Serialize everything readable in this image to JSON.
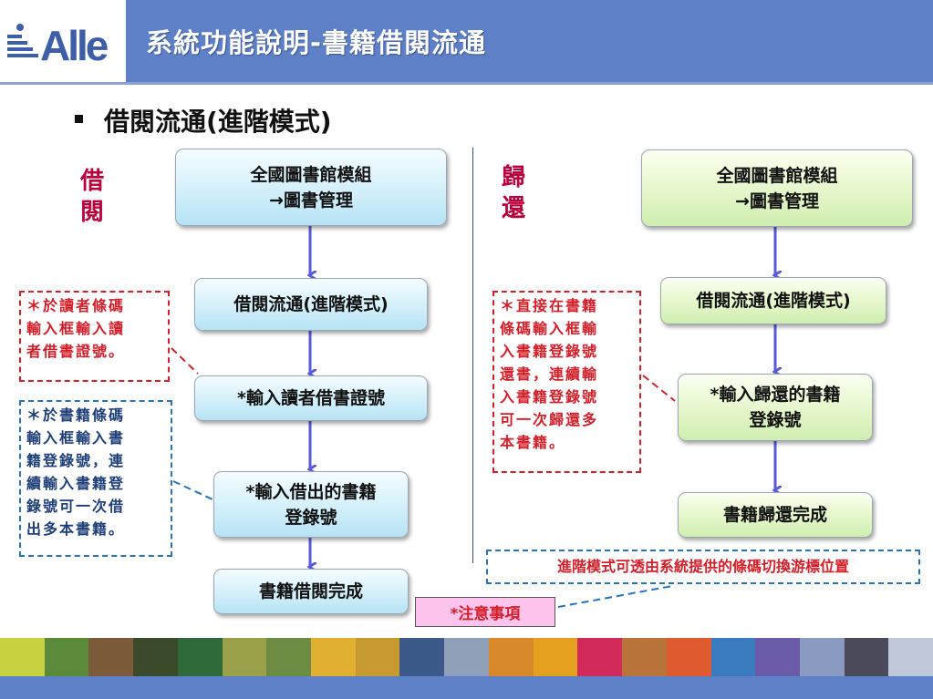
{
  "header": {
    "logo_text": "Alle",
    "title": "系統功能說明-書籍借閱流通"
  },
  "subtitle": "借閱流通(進階模式)",
  "borrow": {
    "label_top": "借",
    "label_bottom": "閱",
    "steps": [
      "全國圖書館模組\n→圖書管理",
      "借閱流通(進階模式)",
      "*輸入讀者借書證號",
      "*輸入借出的書籍\n登錄號",
      "書籍借閱完成"
    ],
    "note_red": "＊於讀者條碼\n輸入框輸入讀\n者借書證號。",
    "note_blue": "＊於書籍條碼\n輸入框輸入書\n籍登錄號，連\n續輸入書籍登\n錄號可一次借\n出多本書籍。"
  },
  "return": {
    "label_top": "歸",
    "label_bottom": "還",
    "steps": [
      "全國圖書館模組\n→圖書管理",
      "借閱流通(進階模式)",
      "*輸入歸還的書籍\n登錄號",
      "書籍歸還完成"
    ],
    "note_red": "＊直接在書籍\n條碼輸入框輸\n入書籍登錄號\n還書，連續輸\n入書籍登錄號\n可一次歸還多\n本書籍。"
  },
  "note_wide": "進階模式可透由系統提供的條碼切換游標位置",
  "caution_label": "*注意事項",
  "colors": {
    "header_blue": "#5e80c7",
    "label_red": "#b8003c",
    "note_red": "#d2202a",
    "note_blue": "#2a72b8",
    "arrow": "#5a5ad8"
  }
}
